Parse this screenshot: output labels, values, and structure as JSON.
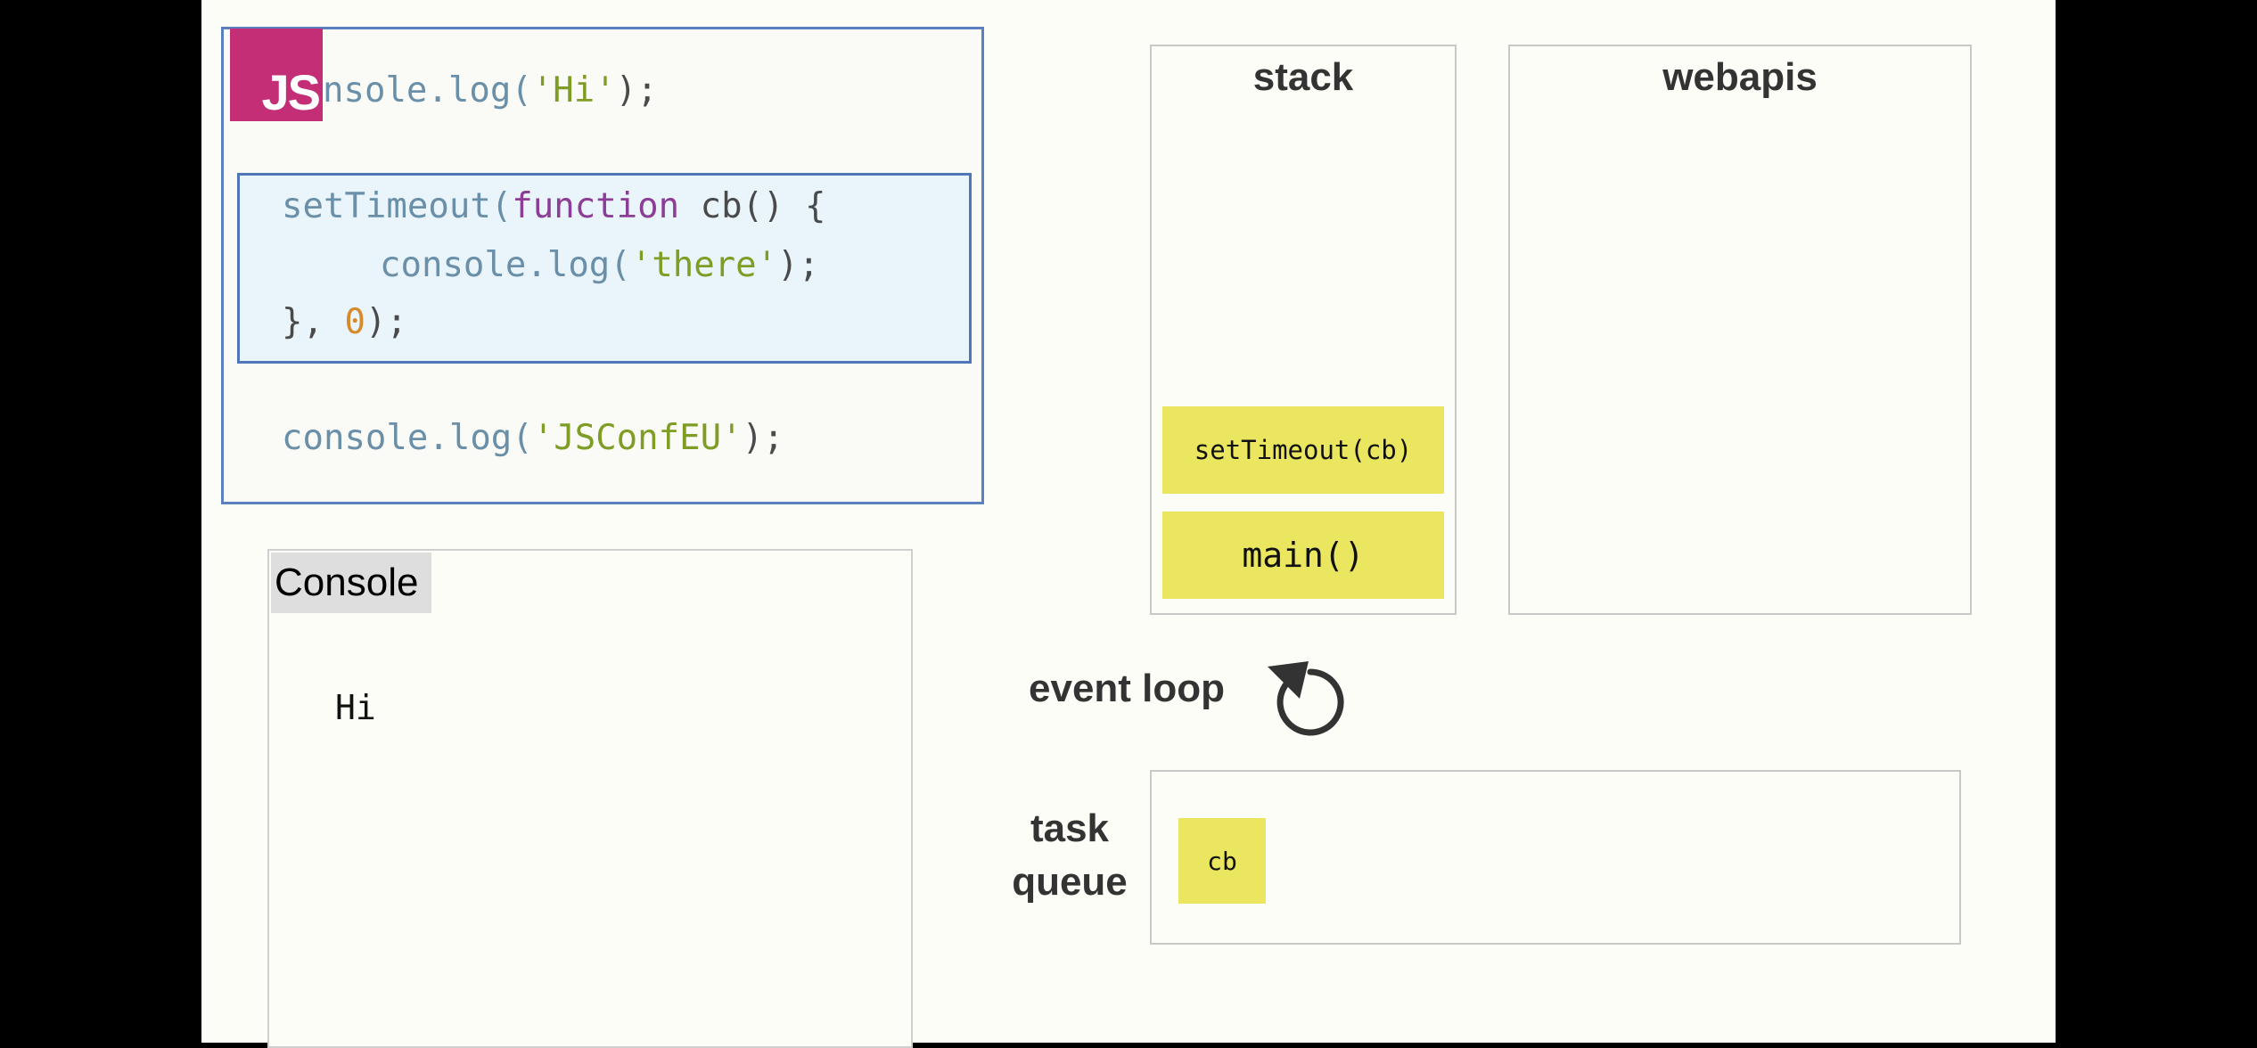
{
  "code": {
    "line1": {
      "prefix": "nsole.log(",
      "string": "'Hi'",
      "suffix": ");"
    },
    "line2": {
      "fn": "setTimeout(",
      "keyword": "function",
      "rest": " cb() {"
    },
    "line3": {
      "fn": "console.log(",
      "string": "'there'",
      "suffix": ");"
    },
    "line4": {
      "prefix": "}, ",
      "number": "0",
      "suffix": ");"
    },
    "line5": {
      "fn": "console.log(",
      "string": "'JSConfEU'",
      "suffix": ");"
    },
    "logo": "JS"
  },
  "console": {
    "title": "Console",
    "output": "Hi"
  },
  "stack": {
    "title": "stack",
    "frames": [
      "setTimeout(cb)",
      "main()"
    ]
  },
  "webapis": {
    "title": "webapis"
  },
  "event_loop": {
    "label": "event loop"
  },
  "task_queue": {
    "label_line1": "task",
    "label_line2": "queue",
    "items": [
      "cb"
    ]
  },
  "colors": {
    "frame_yellow": "#eae65f",
    "code_border": "#5b7fbf",
    "logo": "#c42e76"
  }
}
